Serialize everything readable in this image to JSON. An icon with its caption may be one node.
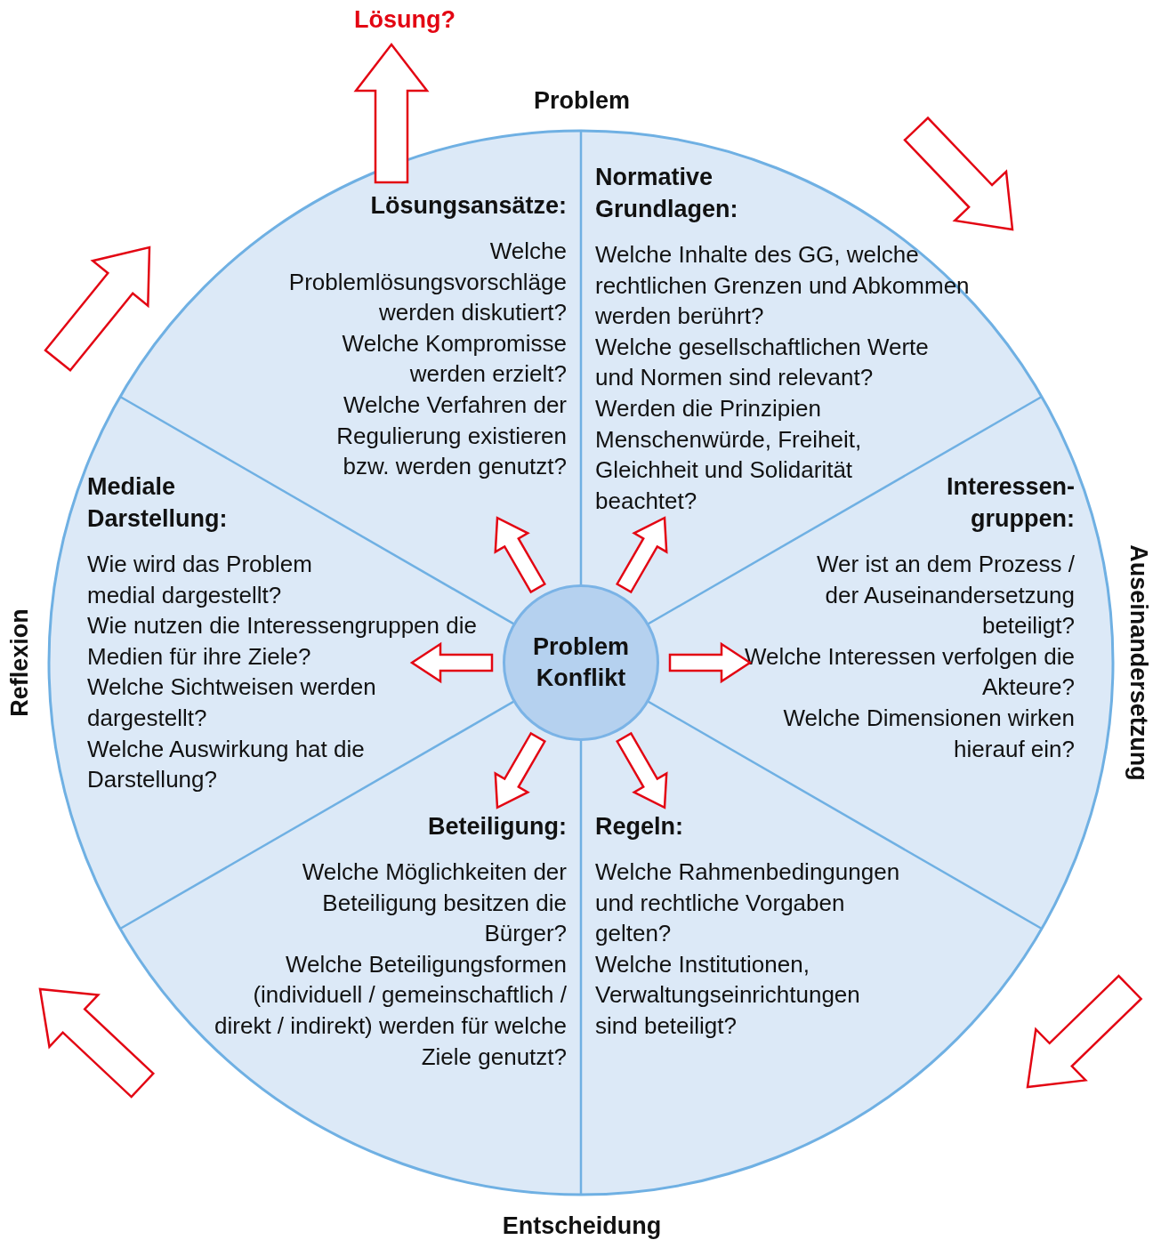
{
  "diagram": {
    "nodes": [
      {
        "text": [],
        "shape": "circle"
      },
      {
        "text": [
          "Lösungsansätze:",
          "Welche Problemlösungsvorschläge werden diskutiert?",
          "Welche Kompromisse werden erzielt?",
          "Welche Verfahren der Regulierung existieren bzw. werden genutzt?"
        ],
        "in": 0
      },
      {
        "text": [
          "Normative Grundlagen:",
          "Welche Inhalte des GG, welche rechtlichen Grenzen und Abkommen werden berührt?",
          "Welche gesellschaftlichen Werte und Normen sind relevant?",
          "Werden die Prinzipien Menschenwürde, Freiheit, Gleichheit und Solidarität beachtet?"
        ],
        "in": 0
      },
      {
        "text": [
          "Interessen- gruppen:",
          "Wer ist an dem Prozess / der Auseinandersetzung beteiligt?",
          "Welche Interessen verfolgen die Akteure?",
          "Welche Dimensionen wirken hierauf ein?"
        ],
        "in": 0
      },
      {
        "text": [
          "Regeln:",
          "Welche Rahmenbedingungen und rechtliche Vorgaben gelten?",
          "Welche Institutionen, Verwaltungseinrichtungen sind beteiligt?"
        ],
        "in": 0
      },
      {
        "text": [
          "Beteiligung:",
          "Welche Möglichkeiten der Beteiligung besitzen die Bürger?",
          "Welche Beteiligungsformen (individuell / gemeinschaftlich / direkt / indirekt) werden für welche Ziele genutzt?"
        ],
        "in": 0
      },
      {
        "text": [
          "Mediale Darstellung:",
          "Wie wird das Problem medial dargestellt?",
          "Wie nutzen die Interessengruppen die Medien für ihre Ziele?",
          "Welche Sichtweisen werden dargestellt?",
          "Welche Auswirkung hat die Darstellung?"
        ],
        "in": 0
      },
      {
        "text": [
          "Problem Konflikt"
        ],
        "in": 0
      },
      {
        "text": [
          "Problem"
        ]
      },
      {
        "text": [
          "Auseinandersetzung"
        ]
      },
      {
        "text": [
          "Entscheidung"
        ]
      },
      {
        "text": [
          "Reflexion"
        ]
      },
      {
        "text": [
          "Lösung?"
        ]
      }
    ],
    "edges": [
      {
        "from": 7,
        "to": 1,
        "arrow": "to"
      },
      {
        "from": 7,
        "to": 2,
        "arrow": "to"
      },
      {
        "from": 7,
        "to": 3,
        "arrow": "to"
      },
      {
        "from": 7,
        "to": 4,
        "arrow": "to"
      },
      {
        "from": 7,
        "to": 5,
        "arrow": "to"
      },
      {
        "from": 7,
        "to": 6,
        "arrow": "to"
      },
      {
        "from": 0,
        "to": 12,
        "arrow": "to"
      }
    ]
  }
}
